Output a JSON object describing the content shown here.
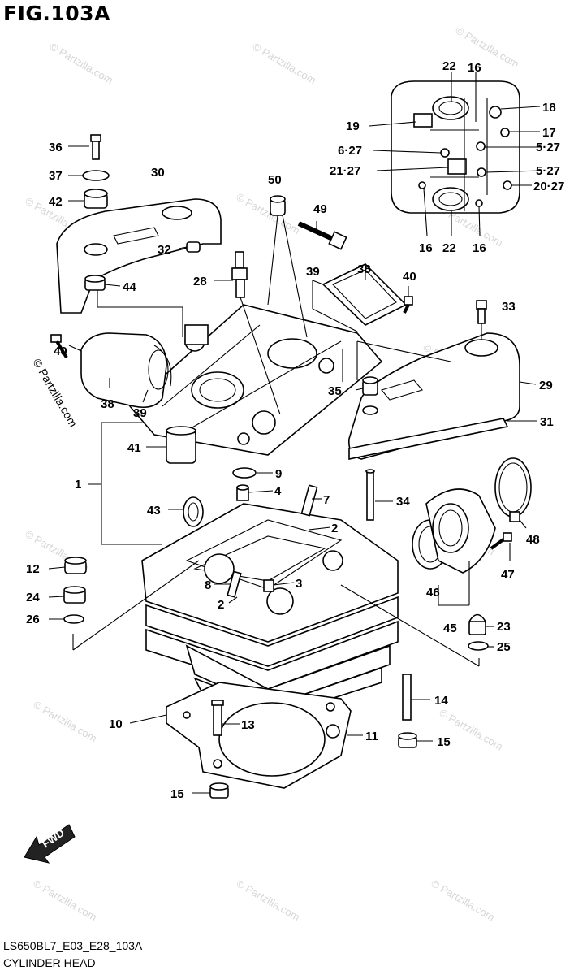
{
  "figure": {
    "title": "FIG.103A",
    "code": "LS650BL7_E03_E28_103A",
    "name": "CYLINDER HEAD",
    "copyright": "© Partzilla.com"
  },
  "watermark": "© Partzilla.com",
  "fwd_arrow": {
    "label": "FWD"
  },
  "callouts": [
    "1",
    "2",
    "2",
    "3",
    "4",
    "5·27",
    "5·27",
    "6·27",
    "7",
    "8",
    "9",
    "10",
    "11",
    "12",
    "13",
    "14",
    "15",
    "15",
    "16",
    "16",
    "16",
    "17",
    "18",
    "19",
    "20·27",
    "21·27",
    "22",
    "22",
    "23",
    "24",
    "25",
    "26",
    "28",
    "29",
    "30",
    "31",
    "32",
    "33",
    "34",
    "35",
    "36",
    "37",
    "38",
    "38",
    "39",
    "39",
    "40",
    "40",
    "41",
    "42",
    "43",
    "44",
    "45",
    "46",
    "47",
    "48",
    "49",
    "50"
  ]
}
